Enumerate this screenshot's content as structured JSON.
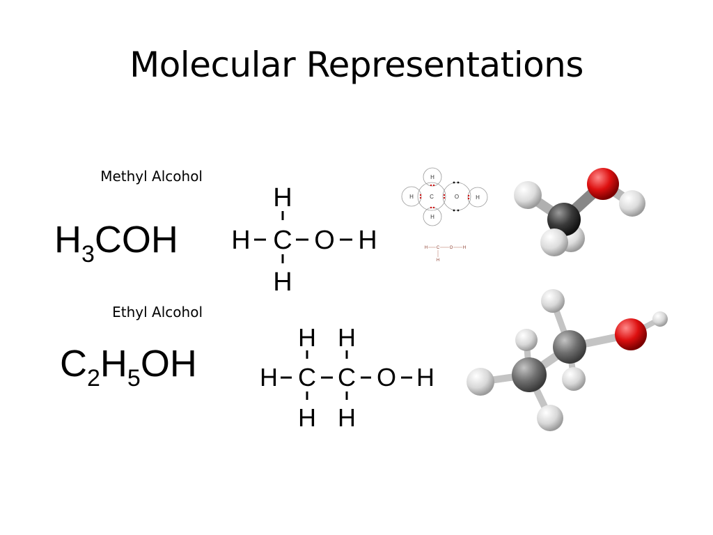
{
  "slide": {
    "title": "Molecular Representations"
  },
  "methyl": {
    "caption": "Methyl Alcohol",
    "formula": {
      "p1": "H",
      "s1": "3",
      "p2": "COH"
    },
    "structural": {
      "top_h": "H",
      "left_h": "H",
      "carbon": "C",
      "oxygen": "O",
      "right_h": "H",
      "bottom_h": "H"
    },
    "dot_diagram": {
      "h_top": "H",
      "h_left": "H",
      "carbon": "C",
      "oxygen": "O",
      "h_right": "H",
      "h_bottom": "H",
      "mini_h_left": "H",
      "mini_c": "C",
      "mini_o": "O",
      "mini_h_right": "H",
      "mini_h_bottom": "H"
    }
  },
  "ethyl": {
    "caption": "Ethyl Alcohol",
    "formula": {
      "p1": "C",
      "s1": "2",
      "p2": "H",
      "s2": "5",
      "p3": "OH"
    },
    "structural": {
      "top_h1": "H",
      "top_h2": "H",
      "left_h": "H",
      "carbon1": "C",
      "carbon2": "C",
      "oxygen": "O",
      "right_h": "H",
      "bottom_h1": "H",
      "bottom_h2": "H"
    }
  },
  "colors": {
    "carbon": "#3a3a3a",
    "carbon_light": "#7a7a7a",
    "hydrogen": "#e8e8e8",
    "oxygen": "#d01010",
    "bond": "#d8d8d8"
  }
}
